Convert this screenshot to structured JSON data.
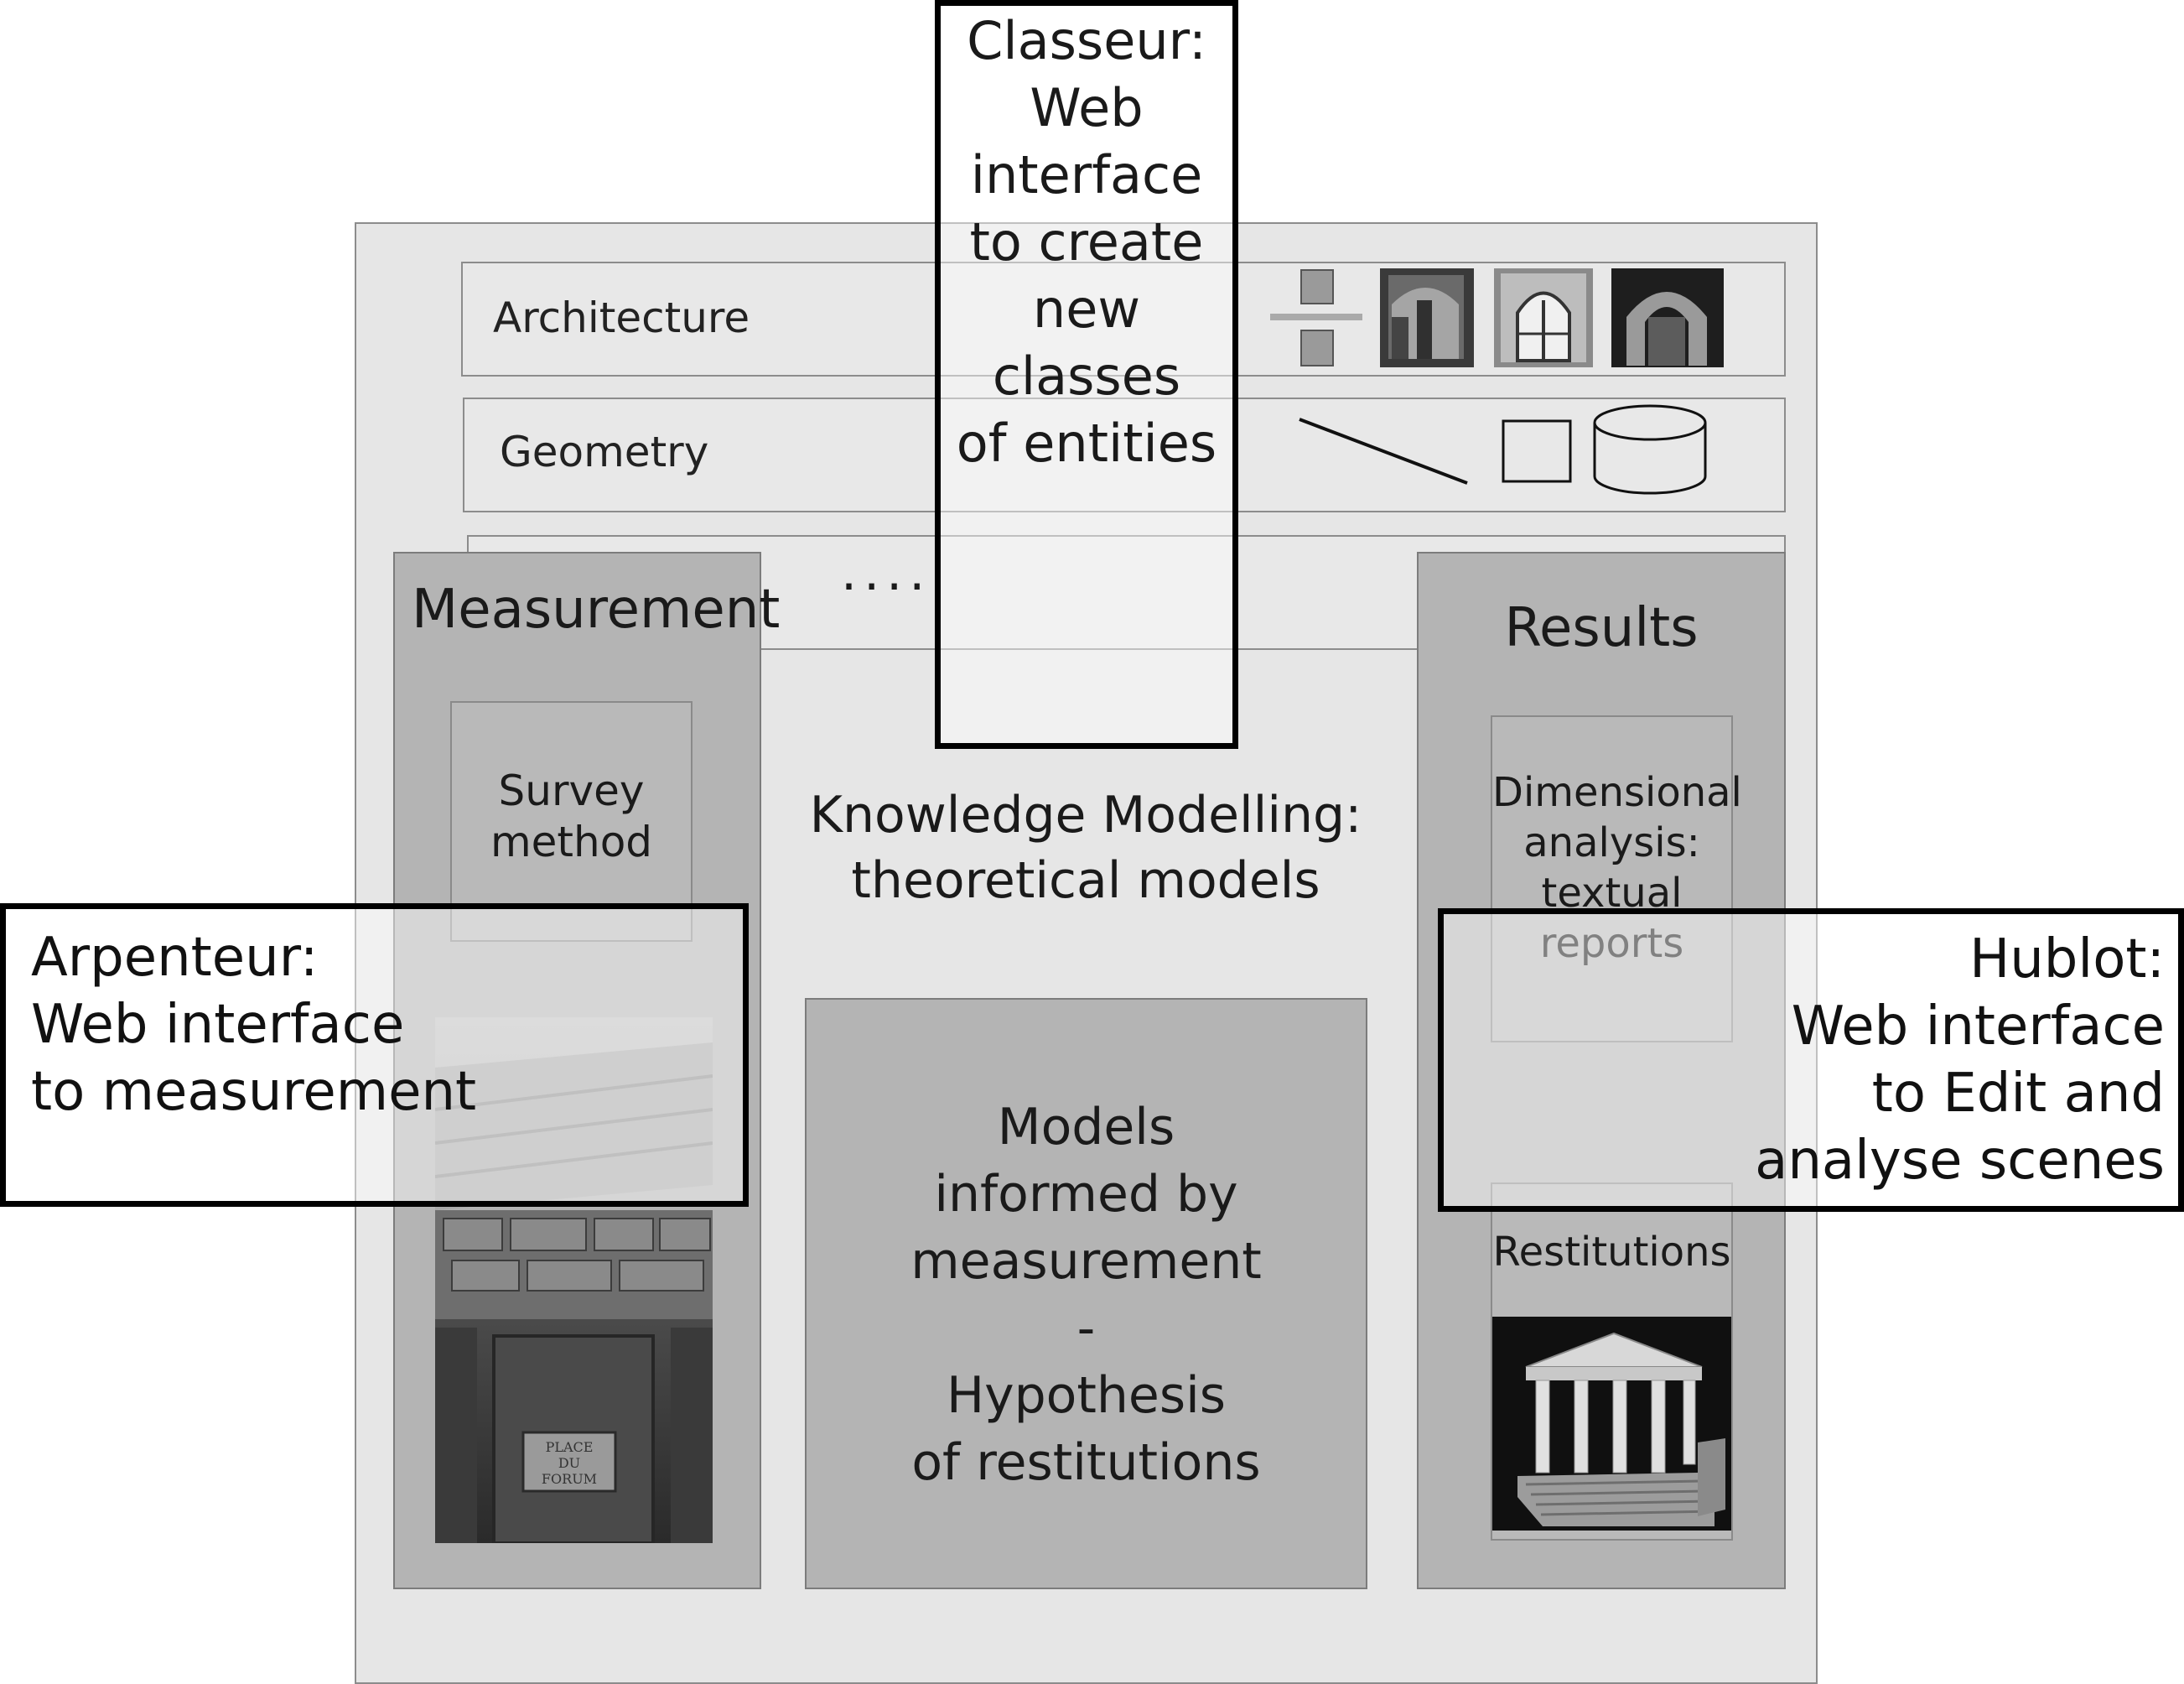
{
  "classeur": {
    "lines": [
      "Classeur:",
      "Web",
      "interface",
      "to create",
      "new",
      "classes",
      "of entities"
    ]
  },
  "bands": {
    "architecture": {
      "label": "Architecture"
    },
    "geometry": {
      "label": "Geometry"
    },
    "more": {
      "label": "...."
    }
  },
  "measurement": {
    "title": "Measurement",
    "survey": [
      "Survey",
      "method"
    ],
    "photo_text": [
      "PLACE",
      "DU",
      "FORUM"
    ]
  },
  "knowledge": {
    "lines": [
      "Knowledge Modelling:",
      "theoretical models"
    ]
  },
  "models": {
    "lines": [
      "Models",
      "informed by",
      "measurement",
      "-",
      "Hypothesis",
      "of restitutions"
    ]
  },
  "results": {
    "title": "Results",
    "dimensional": [
      "Dimensional",
      "analysis:",
      "textual",
      "reports"
    ],
    "restitutions": "Restitutions"
  },
  "arpenteur": {
    "lines": [
      "Arpenteur:",
      "Web interface",
      "to measurement"
    ]
  },
  "hublot": {
    "lines": [
      "Hublot:",
      "Web interface",
      "to Edit and",
      "analyse scenes"
    ]
  }
}
